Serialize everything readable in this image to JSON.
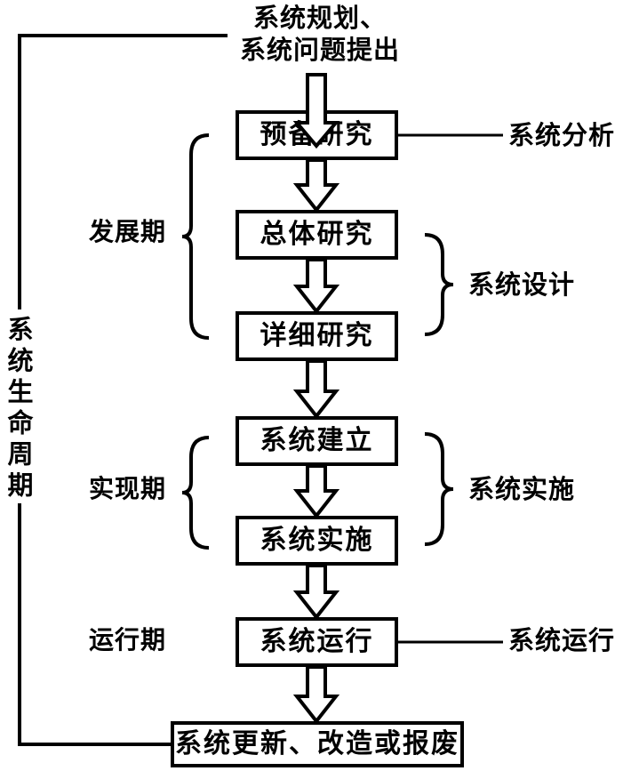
{
  "diagram": {
    "title_lines": [
      "系统规划、",
      "系统问题提出"
    ],
    "nodes": [
      {
        "id": "prep",
        "label": "预备研究"
      },
      {
        "id": "overall",
        "label": "总体研究"
      },
      {
        "id": "detail",
        "label": "详细研究"
      },
      {
        "id": "build",
        "label": "系统建立"
      },
      {
        "id": "impl",
        "label": "系统实施"
      },
      {
        "id": "run",
        "label": "系统运行"
      },
      {
        "id": "renew",
        "label": "系统更新、改造或报废"
      }
    ],
    "phase_labels": [
      {
        "id": "development",
        "label": "发展期"
      },
      {
        "id": "realization",
        "label": "实现期"
      },
      {
        "id": "operation",
        "label": "运行期"
      }
    ],
    "right_labels": [
      {
        "id": "analysis",
        "label": "系统分析"
      },
      {
        "id": "design",
        "label": "系统设计"
      },
      {
        "id": "implementation",
        "label": "系统实施"
      },
      {
        "id": "operation",
        "label": "系统运行"
      }
    ],
    "lifecycle_label": "系统生命周期",
    "colors": {
      "stroke": "#000000",
      "background": "#ffffff"
    }
  }
}
